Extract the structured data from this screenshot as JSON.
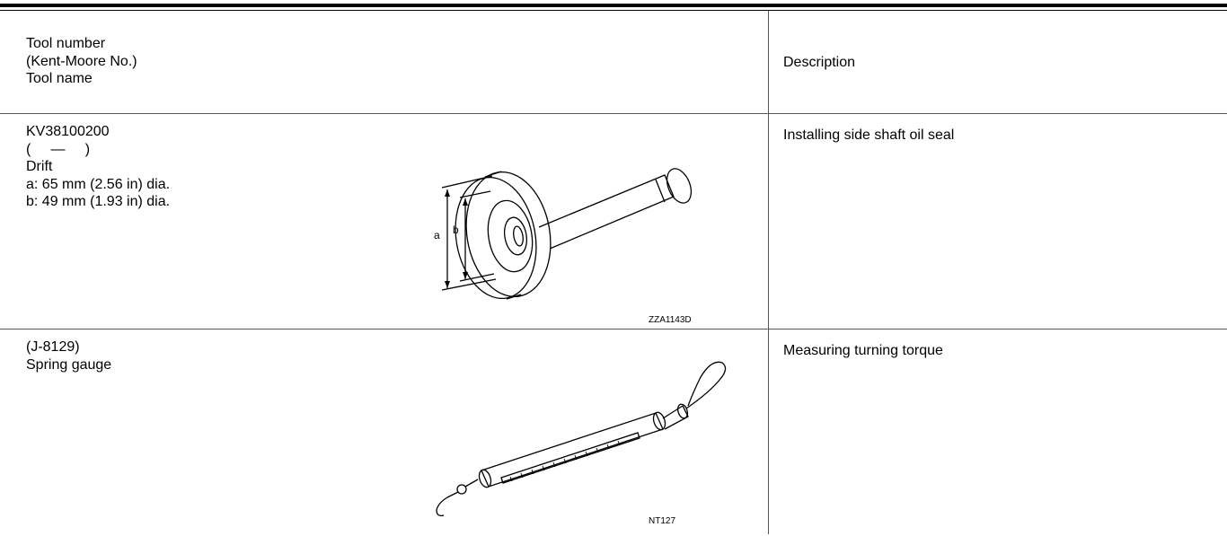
{
  "header": {
    "tool_lines": [
      "Tool number",
      "(Kent-Moore No.)",
      "Tool name"
    ],
    "description": "Description"
  },
  "rows": [
    {
      "tool_lines": [
        "KV38100200",
        "(     —     )",
        "Drift",
        "a: 65 mm (2.56 in) dia.",
        "b: 49 mm (1.93 in) dia."
      ],
      "figure_code": "ZZA1143D",
      "dim_a": "a",
      "dim_b": "b",
      "description": "Installing side shaft oil seal"
    },
    {
      "tool_lines": [
        "(J-8129)",
        "Spring gauge"
      ],
      "figure_code": "NT127",
      "description": "Measuring turning torque"
    }
  ]
}
